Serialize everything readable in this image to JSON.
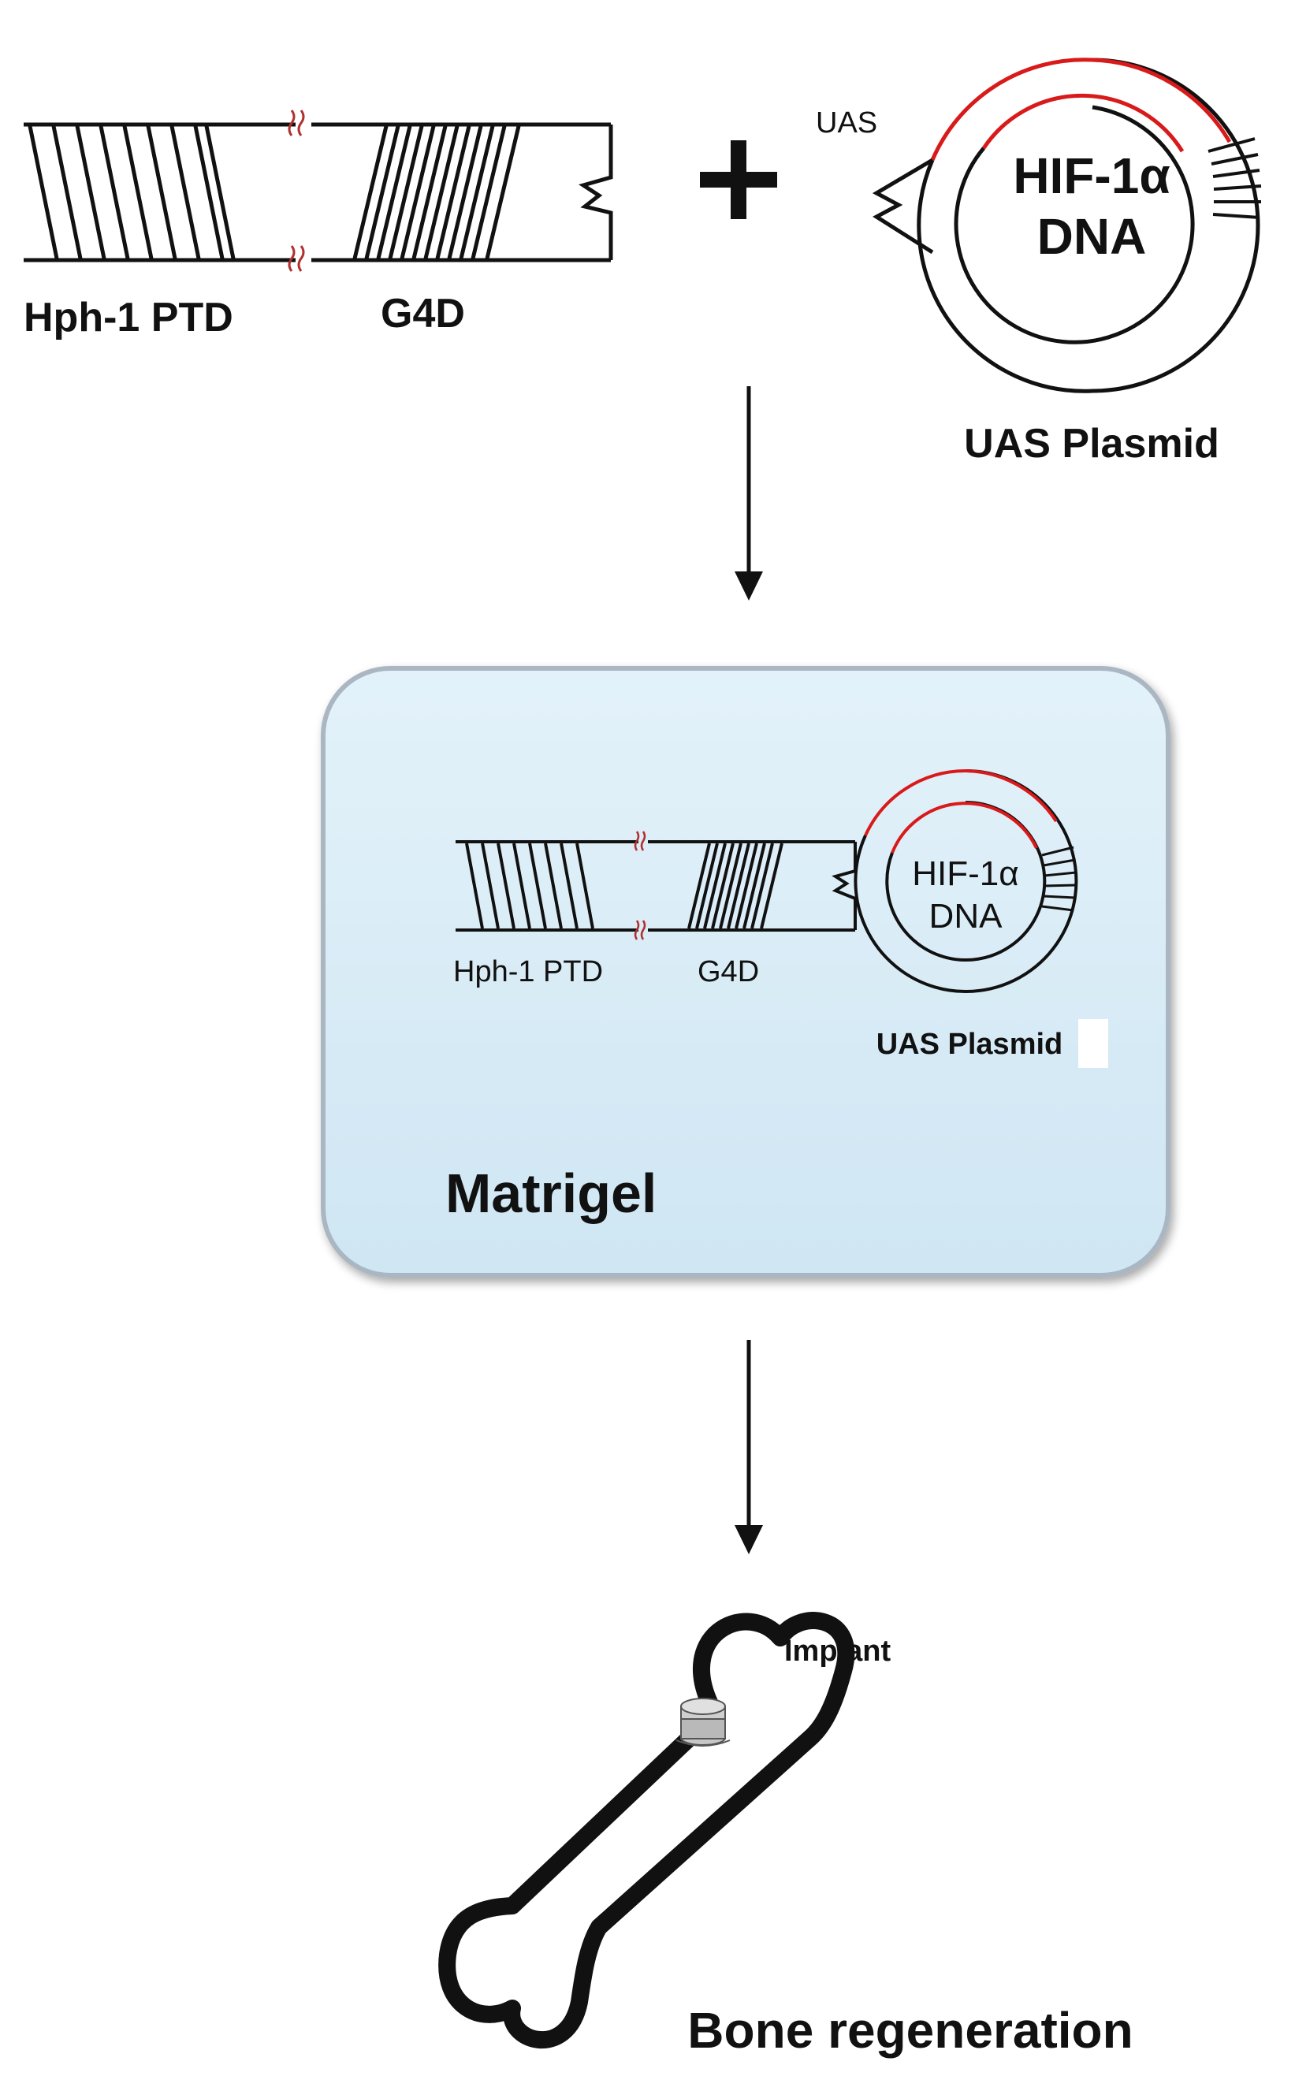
{
  "top": {
    "peptide_label_1": "Hph-1 PTD",
    "peptide_label_2": "G4D",
    "plus_sign": "+",
    "uas_label": "UAS",
    "plasmid_inner_line1": "HIF-1α",
    "plasmid_inner_line2": "DNA",
    "plasmid_caption": "UAS Plasmid"
  },
  "middle": {
    "peptide_label_1": "Hph-1 PTD",
    "peptide_label_2": "G4D",
    "plasmid_inner_line1": "HIF-1α",
    "plasmid_inner_line2": "DNA",
    "plasmid_caption": "UAS Plasmid",
    "container_label": "Matrigel"
  },
  "bottom": {
    "implant_label": "Implant",
    "caption": "Bone regeneration"
  },
  "colors": {
    "plasmid_red": "#d91a1a",
    "squiggle_red": "#b03030",
    "matrigel_fill": "#d6ecf7",
    "matrigel_border": "#aab7c2",
    "line": "#111111"
  }
}
